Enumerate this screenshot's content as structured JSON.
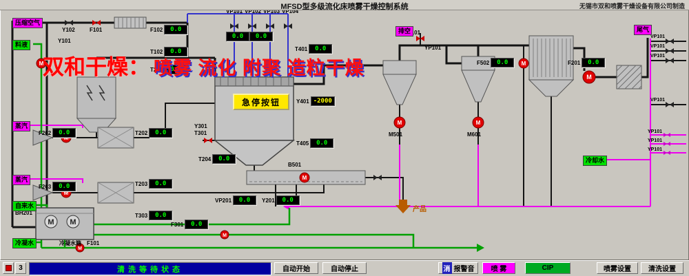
{
  "titlebar": {
    "title": "MFSD型多级流化床喷雾干燥控制系统",
    "manufacturer": "无锡市双和喷雾干燥设备有限公司制造"
  },
  "watermark": {
    "brand": "双和干燥：",
    "slogan": "喷雾 流化 附聚 造粒干燥"
  },
  "colors": {
    "pipe_magenta": "#ff00ff",
    "pipe_green": "#00a000",
    "pipe_blue": "#3333cc",
    "display_bg": "#000000",
    "display_text": "#00ff00",
    "alarm_value_text": "#ffff00",
    "estop_bg": "#ffe800",
    "status_bg": "#0000a0",
    "status_text": "#00ff00"
  },
  "diagram": {
    "estop_label": "急停按钮",
    "motor_letter": "M",
    "tank_label": "冷凝水箱",
    "source_labels": {
      "compressed_air": "压缩空气",
      "feed": "料液",
      "steam1": "蒸汽",
      "steam2": "蒸汽",
      "tap_water": "自来水",
      "condensate": "冷凝水",
      "vent": "排空",
      "exhaust": "尾气",
      "cooling_water": "冷却水",
      "product": "产品"
    },
    "tags": {
      "y102": "Y102",
      "f101": "F101",
      "y101": "Y101",
      "vp101": "VP101",
      "vp102": "VP102",
      "vp103": "VP103",
      "vp104": "VP104",
      "y301": "Y301",
      "t301": "T301",
      "b501": "B501",
      "m501": "M501",
      "m601": "M601",
      "bh201": "BH201",
      "f101b": "F101",
      "vp101b": "VP101",
      "yp101b": "YP101",
      "rail1": "VP101",
      "rail2": "VP101",
      "rail3": "VP101",
      "rail4": "VP101",
      "rail5": "YP101",
      "rail6": "YP101",
      "rail7": "YP101"
    },
    "displays": [
      {
        "tag": "F102",
        "value": "0.0"
      },
      {
        "tag": "T102",
        "value": "0.0"
      },
      {
        "tag": "T201",
        "value": "0.0"
      },
      {
        "tag": "",
        "value": "0.0"
      },
      {
        "tag": "",
        "value": "0.0"
      },
      {
        "tag": "T401",
        "value": "0.0"
      },
      {
        "tag": "Y401",
        "value": "-2000"
      },
      {
        "tag": "T405",
        "value": "0.0"
      },
      {
        "tag": "T204",
        "value": "0.0"
      },
      {
        "tag": "F202",
        "value": "0.0"
      },
      {
        "tag": "T202",
        "value": "0.0"
      },
      {
        "tag": "F203",
        "value": "0.0"
      },
      {
        "tag": "T203",
        "value": "0.0"
      },
      {
        "tag": "T303",
        "value": "0.0"
      },
      {
        "tag": "F301",
        "value": "0.0"
      },
      {
        "tag": "VP201",
        "value": "0.0"
      },
      {
        "tag": "Y201",
        "value": "0.0"
      },
      {
        "tag": "F201",
        "value": "0.0"
      },
      {
        "tag": "F502",
        "value": "0.0"
      }
    ]
  },
  "statusbar": {
    "nav_page": "3",
    "status_text": "清洗等待状态",
    "auto_start": "自动开始",
    "auto_stop": "自动停止",
    "mute_prefix": "消",
    "mute_label": "报警音",
    "spray": "喷 雾",
    "cip": "CIP",
    "spray_settings": "喷雾设置",
    "clean_settings": "清洗设置"
  }
}
